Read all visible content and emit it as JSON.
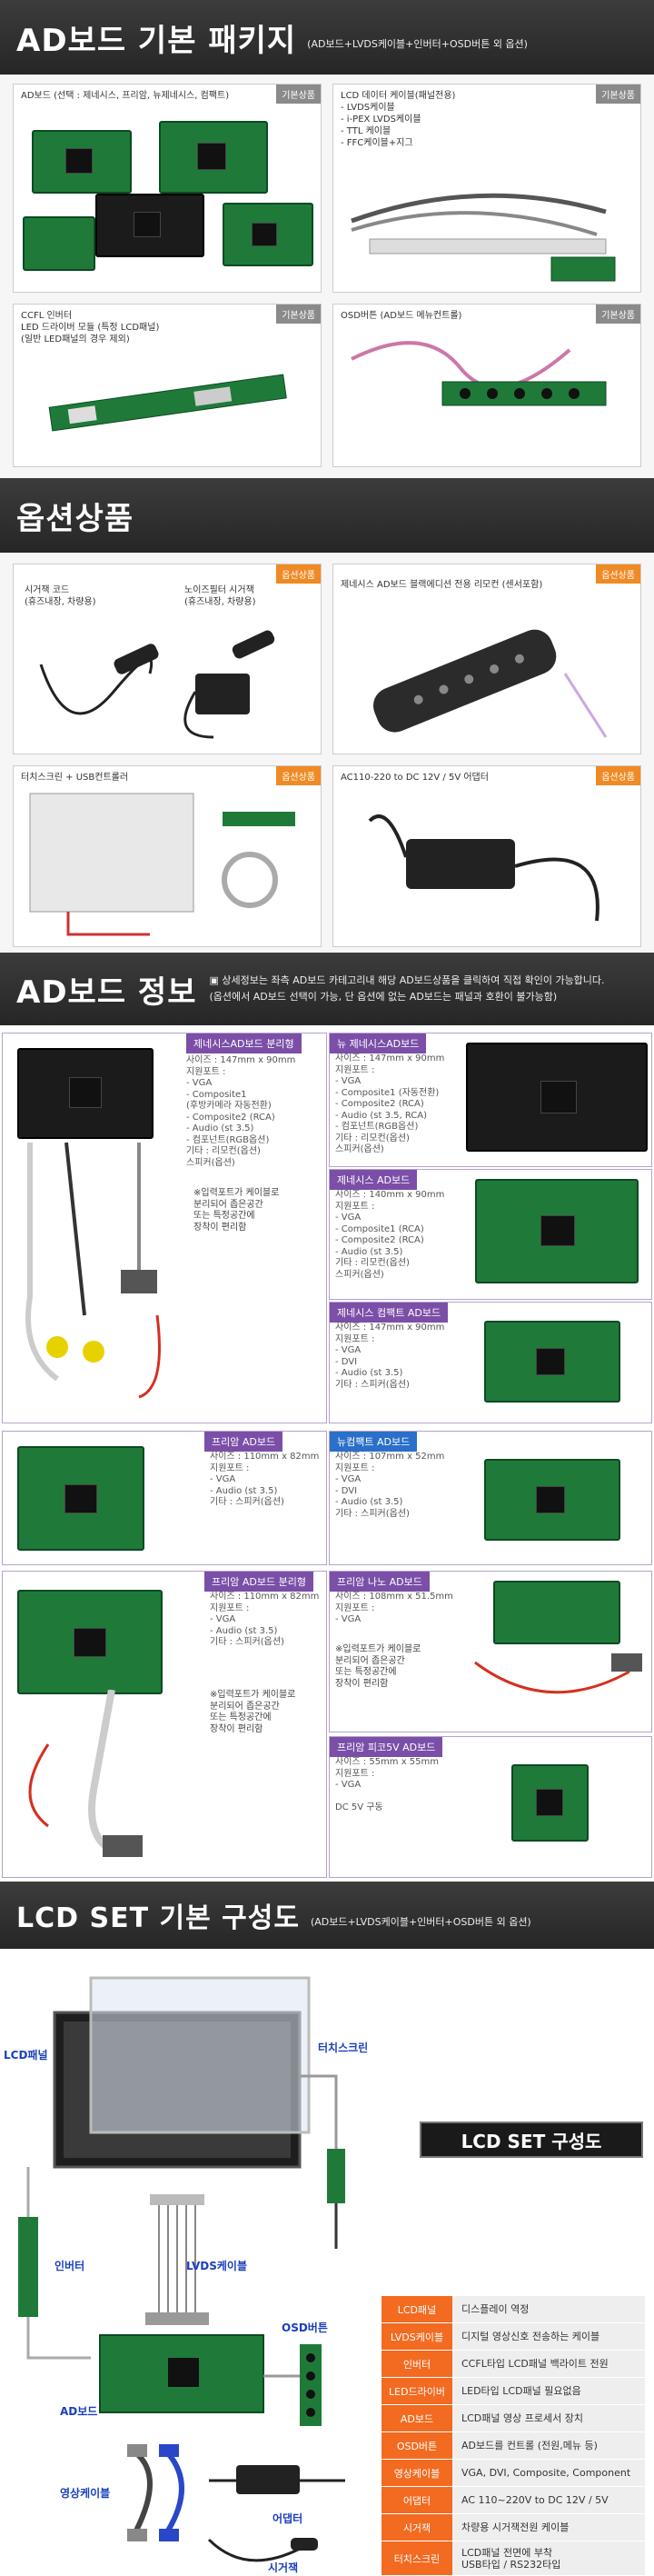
{
  "header": {
    "title": "AD보드 기본 패키지",
    "subtitle": "(AD보드+LVDS케이블+인버터+OSD버튼 외 옵션)"
  },
  "basic": {
    "tag": "기본상품",
    "cards": [
      {
        "text": "AD보드 (선택 : 제네시스, 프리암, 뉴제네시스, 컴팩트)"
      },
      {
        "text": "LCD 데이터 케이블(패널전용)\n- LVDS케이블\n- i-PEX LVDS케이블\n- TTL 케이블\n- FFC케이블+지그"
      },
      {
        "text": "CCFL 인버터\nLED 드라이버 모듈 (특정 LCD패널)\n(일반 LED패널의 경우 제외)"
      },
      {
        "text": "OSD버튼 (AD보드 메뉴컨트롤)"
      }
    ]
  },
  "options": {
    "title": "옵션상품",
    "tag": "옵션상품",
    "cards": [
      {
        "a": "시거잭 코드\n(휴즈내장, 차량용)",
        "b": "노이즈필터 시거잭\n(휴즈내장, 차량용)"
      },
      {
        "a": "제네시스 AD보드 블랙에디션 전용 리모컨 (센서포함)"
      },
      {
        "a": "터치스크린 + USB컨트롤러"
      },
      {
        "a": "AC110-220 to DC 12V / 5V 어댑터"
      }
    ]
  },
  "adinfo": {
    "title": "AD보드 정보",
    "note1": "▣ 상세정보는 좌측 AD보드 카테고리내 해당 AD보드상품을 클릭하여 직접 확인이 가능합니다.",
    "note2": "(옵션에서 AD보드 선택이 가능, 단 옵션에 없는 AD보드는 패널과 호환이 불가능함)",
    "boards": [
      {
        "name": "제네시스AD보드 분리형",
        "spec": "사이즈 : 147mm x 90mm\n지원포트 :\n- VGA\n- Composite1\n  (후방카메라 자동전환)\n- Composite2 (RCA)\n- Audio (st 3.5)\n- 컴포넌트(RGB옵션)\n기타 : 리모컨(옵션)\n        스피커(옵션)",
        "note": "※입력포트가 케이블로\n분리되어 좁은공간\n또는 특정공간에\n장착이 편리함"
      },
      {
        "name": "뉴 제네시스AD보드",
        "spec": "사이즈 : 147mm x 90mm\n지원포트 :\n- VGA\n- Composite1 (자동전환)\n- Composite2 (RCA)\n- Audio (st 3.5, RCA)\n- 컴포넌트(RGB옵션)\n기타 : 리모컨(옵션)\n        스피커(옵션)"
      },
      {
        "name": "제네시스 AD보드",
        "spec": "사이즈 : 140mm x 90mm\n지원포트 :\n- VGA\n- Composite1 (RCA)\n- Composite2 (RCA)\n- Audio (st 3.5)\n기타 : 리모컨(옵션)\n        스피커(옵션)"
      },
      {
        "name": "제네시스 컴팩트 AD보드",
        "spec": "사이즈 : 147mm x 90mm\n지원포트 :\n- VGA\n- DVI\n- Audio (st 3.5)\n기타 : 스피커(옵션)"
      },
      {
        "name": "프리암 AD보드",
        "spec": "사이즈 : 110mm x 82mm\n지원포트 :\n- VGA\n- Audio (st 3.5)\n기타 : 스피커(옵션)"
      },
      {
        "name": "뉴컴팩트 AD보드",
        "spec": "사이즈 : 107mm x 52mm\n지원포트 :\n- VGA\n- DVI\n- Audio (st 3.5)\n기타 : 스피커(옵션)"
      },
      {
        "name": "프리암 AD보드 분리형",
        "spec": "사이즈 : 110mm x 82mm\n지원포트 :\n- VGA\n- Audio (st 3.5)\n기타 : 스피커(옵션)",
        "note": "※입력포트가 케이블로\n분리되어 좁은공간\n또는 특정공간에\n장착이 편리함"
      },
      {
        "name": "프리암 나노 AD보드",
        "spec": "사이즈 : 108mm x 51.5mm\n지원포트 :\n- VGA",
        "note": "※입력포트가 케이블로\n분리되어 좁은공간\n또는 특정공간에\n장착이 편리함"
      },
      {
        "name": "프리암 피코5V AD보드",
        "spec": "사이즈 : 55mm x 55mm\n지원포트 :\n- VGA\n\nDC 5V 구동"
      }
    ]
  },
  "lcdset": {
    "title": "LCD SET 기본 구성도",
    "subtitle": "(AD보드+LVDS케이블+인버터+OSD버튼 외 옵션)",
    "badge": "LCD SET 구성도",
    "labels": {
      "panel": "LCD패널",
      "touch": "터치스크린",
      "inverter": "인버터",
      "lvds": "LVDS케이블",
      "osd": "OSD버튼",
      "adboard": "AD보드",
      "video": "영상케이블",
      "adapter": "어댑터",
      "cigar": "시거잭"
    },
    "legend": [
      {
        "k": "LCD패널",
        "v": "디스플레이 역정"
      },
      {
        "k": "LVDS케이블",
        "v": "디지털 영상신호 전송하는 케이블"
      },
      {
        "k": "인버터",
        "v": "CCFL타입 LCD패널 백라이트 전원"
      },
      {
        "k": "LED드라이버",
        "v": "LED타입 LCD패널 필요없음"
      },
      {
        "k": "AD보드",
        "v": "LCD패널 영상 프로세서 장치"
      },
      {
        "k": "OSD버튼",
        "v": "AD보드를 컨트롤 (전원,메뉴 등)"
      },
      {
        "k": "영상케이블",
        "v": "VGA, DVI, Composite, Component"
      },
      {
        "k": "어댑터",
        "v": "AC 110~220V to DC 12V / 5V"
      },
      {
        "k": "시거잭",
        "v": "차량용 시거잭전원 케이블"
      },
      {
        "k": "터치스크린",
        "v": "LCD패널 전면에 부착\nUSB타입 / RS232타입"
      }
    ]
  }
}
